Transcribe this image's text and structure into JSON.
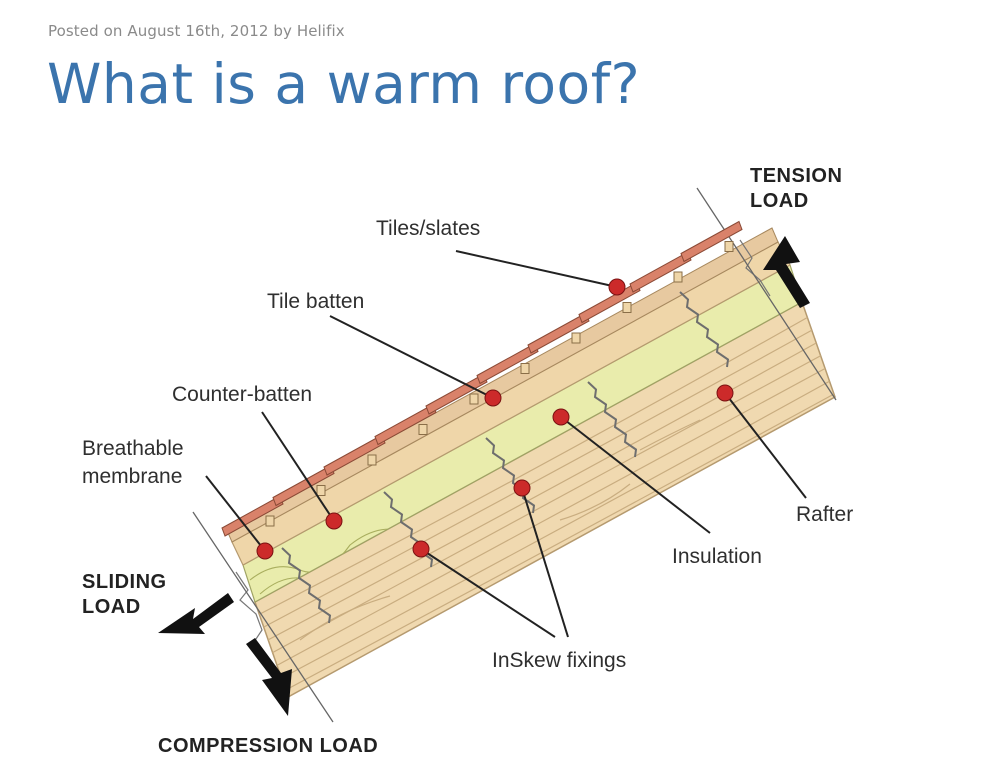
{
  "post": {
    "meta": "Posted on August 16th, 2012 by Helifix",
    "title": "What is a warm roof?"
  },
  "diagram": {
    "labels": {
      "tiles": "Tiles/slates",
      "tile_batten": "Tile batten",
      "counter_batten": "Counter-batten",
      "membrane_line1": "Breathable",
      "membrane_line2": "membrane",
      "rafter": "Rafter",
      "insulation": "Insulation",
      "fixings": "InSkew fixings"
    },
    "loads": {
      "tension_line1": "TENSION",
      "tension_line2": "LOAD",
      "sliding_line1": "SLIDING",
      "sliding_line2": "LOAD",
      "compression": "COMPRESSION LOAD"
    },
    "colors": {
      "title": "#3b74ad",
      "marker": "#cc2a2a",
      "timber": "#f0d9b0",
      "insulation": "#e9ecac",
      "tile": "#d9826a"
    }
  }
}
